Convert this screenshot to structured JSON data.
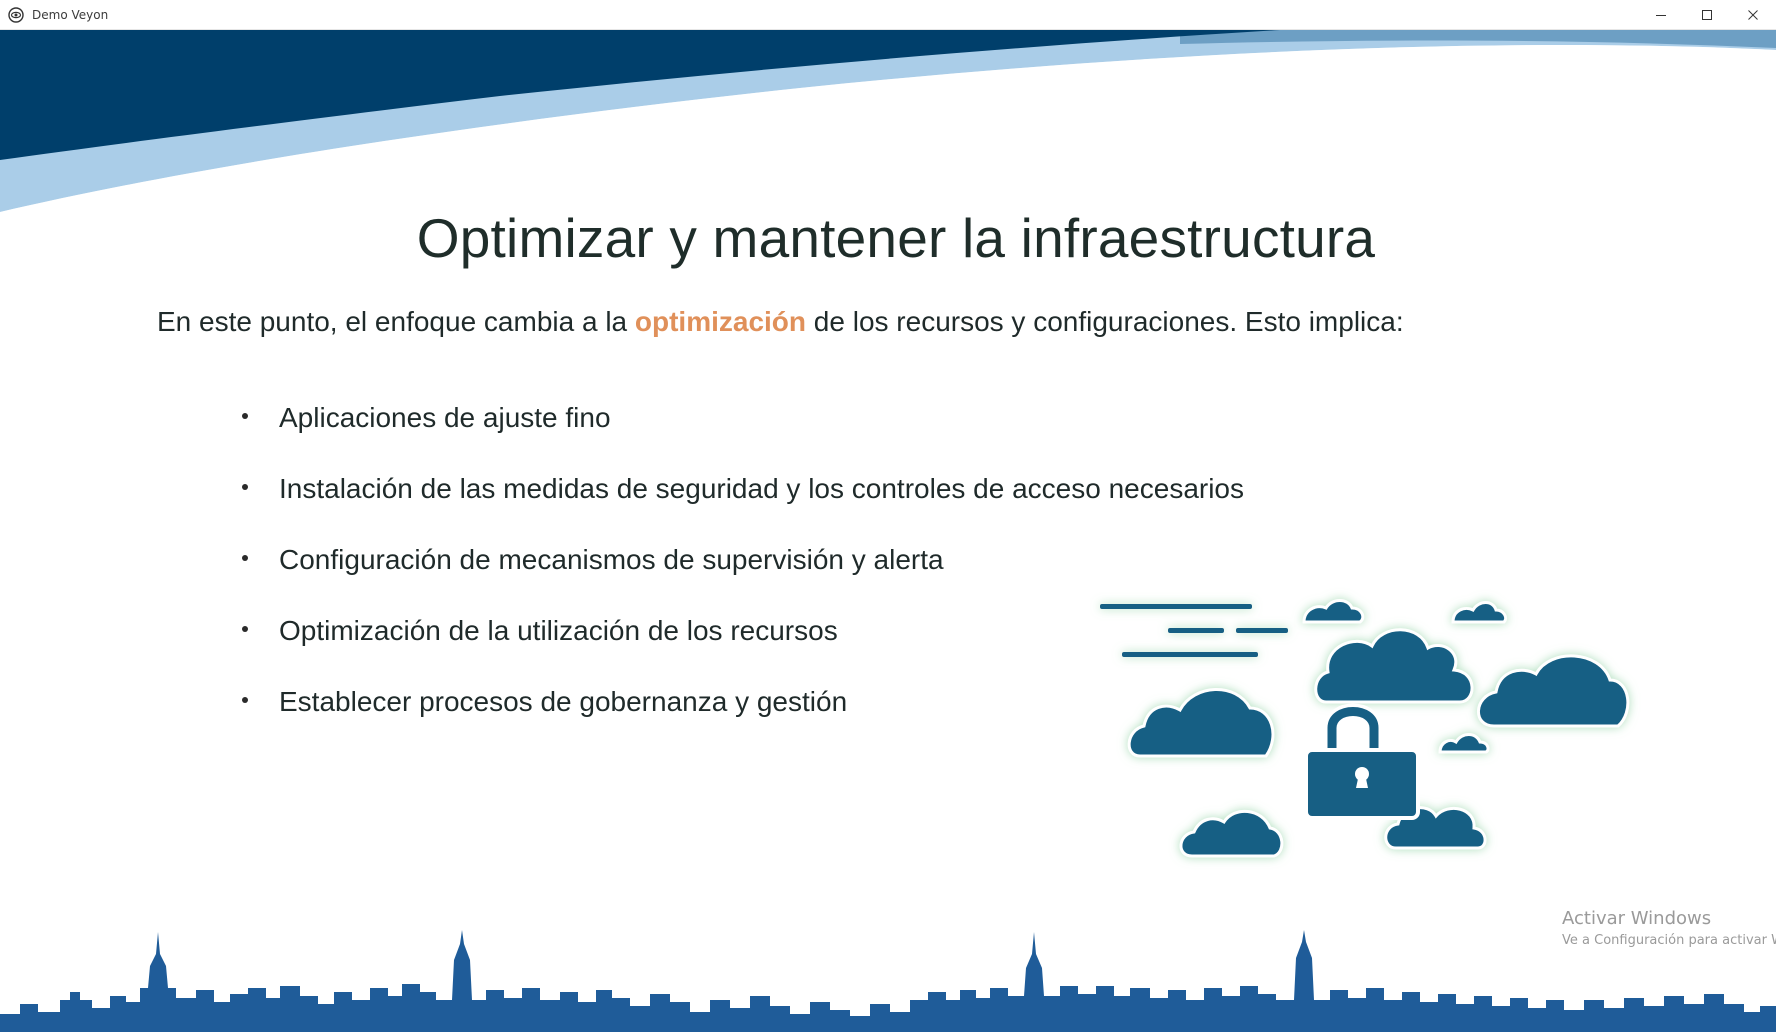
{
  "window": {
    "title": "Demo Veyon",
    "icon": "veyon-eye-icon",
    "controls": [
      "minimize-icon",
      "maximize-icon",
      "close-icon"
    ]
  },
  "slide": {
    "title": "Optimizar y mantener la infraestructura",
    "intro": {
      "before": "En este punto, el enfoque cambia a la ",
      "highlight": "optimización",
      "after": " de los recursos y configuraciones. Esto implica:"
    },
    "bullets": [
      "Aplicaciones de ajuste fino",
      "Instalación de las medidas de seguridad y los controles de acceso necesarios",
      "Configuración de mecanismos de supervisión y alerta",
      "Optimización de la utilización de los recursos",
      "Establecer procesos de gobernanza y gestión"
    ],
    "illustration": "cloud-security-padlock-icon",
    "colors": {
      "header_dark": "#003f6b",
      "header_light": "#aacde8",
      "cloud": "#175f84",
      "highlight": "#e0905a",
      "skyline": "#1f5c99"
    }
  },
  "watermark": {
    "title": "Activar Windows",
    "subtitle": "Ve a Configuración para activar Windows."
  }
}
